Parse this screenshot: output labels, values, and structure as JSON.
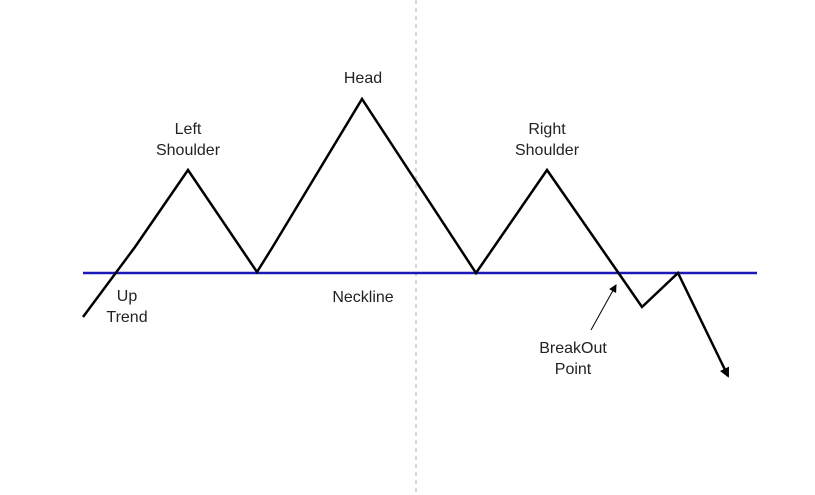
{
  "labels": {
    "head": "Head",
    "left_shoulder": [
      "Left",
      "Shoulder"
    ],
    "right_shoulder": [
      "Right",
      "Shoulder"
    ],
    "up_trend": [
      "Up",
      "Trend"
    ],
    "neckline": "Neckline",
    "breakout": [
      "BreakOut",
      "Point"
    ]
  },
  "colors": {
    "price_line": "#000000",
    "neckline": "#1a1ab8",
    "divider": "#c8c8c8",
    "text": "#222222"
  }
}
